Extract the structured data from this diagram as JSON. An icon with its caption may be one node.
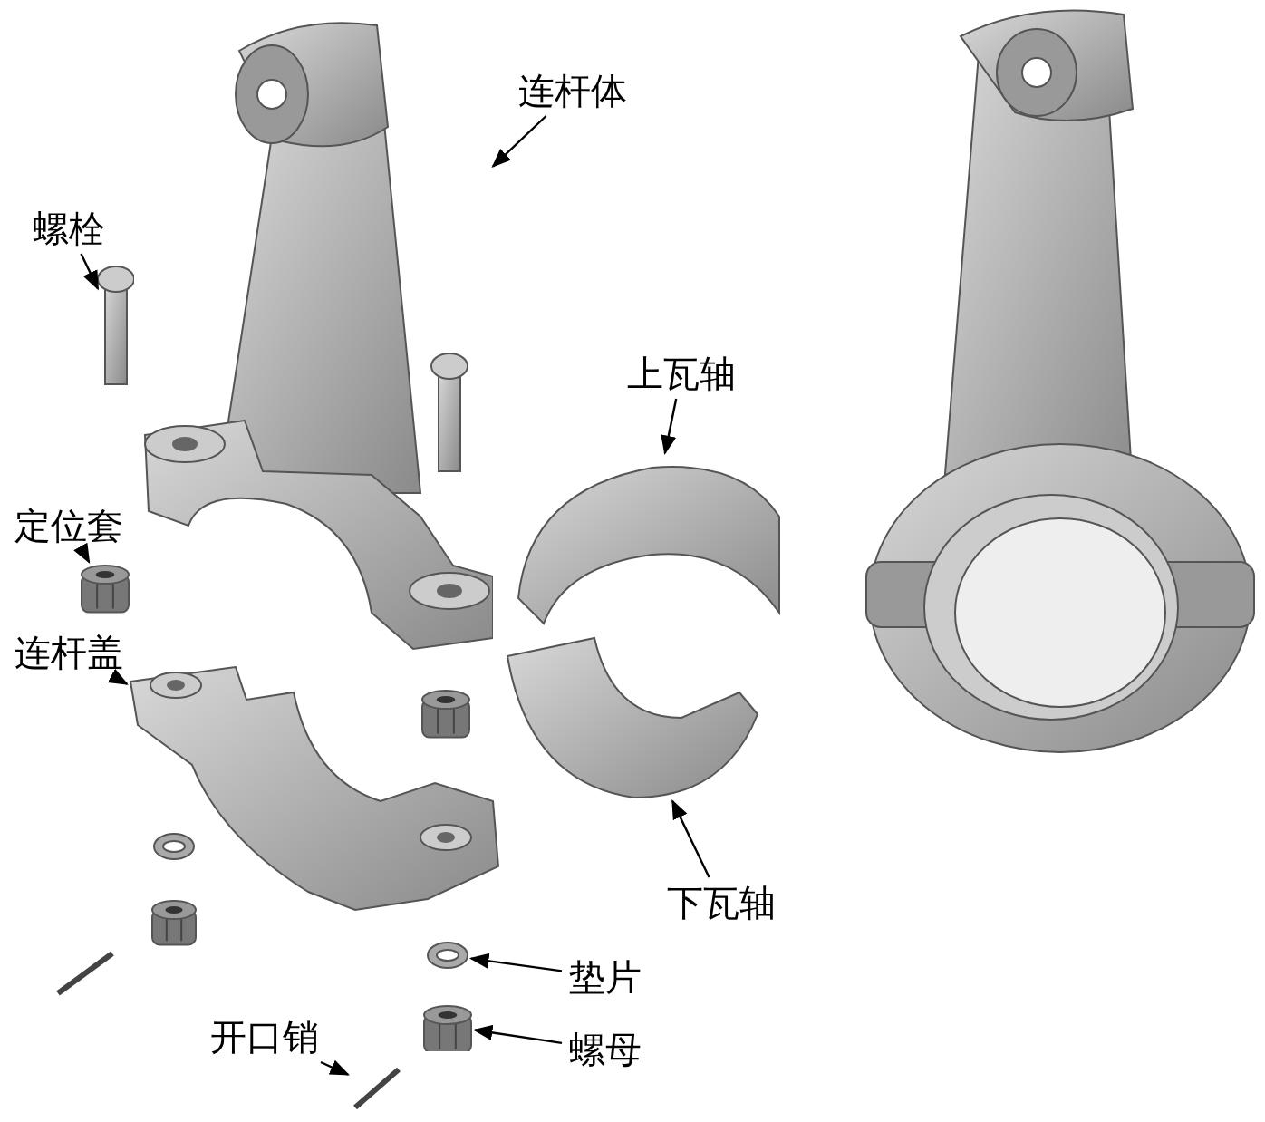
{
  "diagram": {
    "nodes": [
      {
        "text": [
          "连杆体"
        ]
      },
      {
        "text": [
          "螺栓"
        ]
      },
      {
        "text": [
          "定位套"
        ]
      },
      {
        "text": [
          "连杆盖"
        ]
      },
      {
        "text": [
          "上瓦轴"
        ]
      },
      {
        "text": [
          "下瓦轴"
        ]
      },
      {
        "text": [
          "垫片"
        ]
      },
      {
        "text": [
          "螺母"
        ]
      },
      {
        "text": [
          "开口销"
        ]
      },
      {
        "text": [],
        "shape": "picture"
      },
      {
        "text": [],
        "shape": "picture"
      },
      {
        "text": [],
        "shape": "picture"
      },
      {
        "text": [],
        "shape": "picture"
      },
      {
        "text": [],
        "shape": "picture"
      },
      {
        "text": [],
        "shape": "picture"
      },
      {
        "text": [],
        "shape": "picture"
      },
      {
        "text": [],
        "shape": "picture"
      },
      {
        "text": [],
        "shape": "picture"
      }
    ],
    "edges": [
      {
        "from": 0,
        "to": 9,
        "arrow": "to"
      },
      {
        "from": 1,
        "to": 10,
        "arrow": "to"
      },
      {
        "from": 2,
        "to": 11,
        "arrow": "to"
      },
      {
        "from": 3,
        "to": 12,
        "arrow": "to"
      },
      {
        "from": 4,
        "to": 13,
        "arrow": "to"
      },
      {
        "from": 5,
        "to": 14,
        "arrow": "to"
      },
      {
        "from": 6,
        "to": 15,
        "arrow": "to"
      },
      {
        "from": 7,
        "to": 16,
        "arrow": "to"
      },
      {
        "from": 8,
        "to": 17,
        "arrow": "to"
      }
    ]
  }
}
